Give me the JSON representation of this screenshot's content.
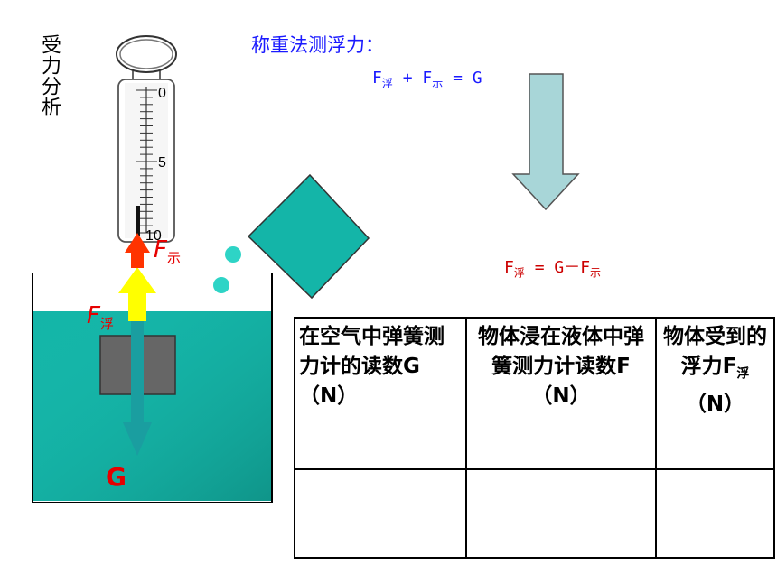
{
  "side_label": "受力分析",
  "title": "称重法测浮力：",
  "formula_top": {
    "f1": "F",
    "f1_sub": "浮",
    "plus": " + ",
    "f2": "F",
    "f2_sub": "示",
    "eq": " = G"
  },
  "formula_bottom": {
    "f1": "F",
    "f1_sub": "浮",
    "eq": " = G－F",
    "f2_sub": "示"
  },
  "scale": {
    "tick_labels": [
      "0",
      "5",
      "10"
    ]
  },
  "forces": {
    "show_main": "F",
    "show_sub": "示",
    "buoy_main": "F",
    "buoy_sub": "浮",
    "gravity": "G"
  },
  "colors": {
    "water": "#14b5a8",
    "cube": "#14b5a8",
    "arrow_big": "#a8d6d8",
    "arrow_gravity": "#1a9ea0",
    "arrow_buoy": "#ffff00",
    "arrow_show": "#ff3300",
    "text_blue": "#1a1aff",
    "text_red": "#e60000"
  },
  "table": {
    "headers": [
      {
        "main": "在空气中弹簧测力计的读数G （N）"
      },
      {
        "main": "物体浸在液体中弹簧测力计读数F （N）"
      },
      {
        "main": "物体受到的浮力F",
        "sub": "浮",
        "tail": "（N）"
      }
    ],
    "rows": [
      [
        "",
        "",
        ""
      ]
    ]
  }
}
